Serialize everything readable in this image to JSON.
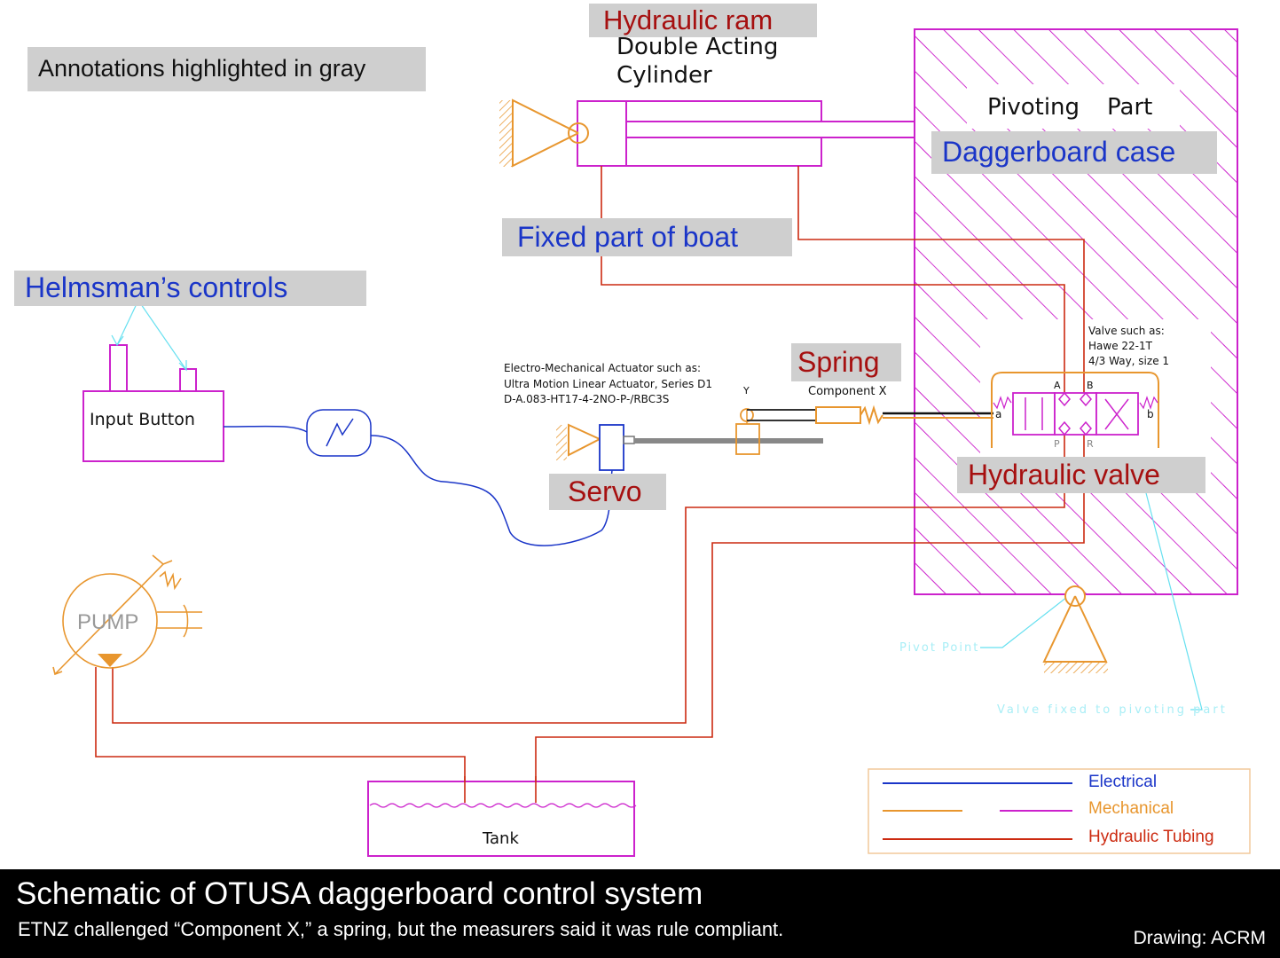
{
  "annotations": {
    "highlight_note": "Annotations highlighted in gray",
    "hydraulic_ram": "Hydraulic ram",
    "fixed_part": "Fixed part of boat",
    "daggerboard_case": "Daggerboard case",
    "helmsman": "Helmsman’s controls",
    "spring": "Spring",
    "servo": "Servo",
    "hydraulic_valve": "Hydraulic valve"
  },
  "labels": {
    "double_acting": "Double Acting",
    "cylinder": "Cylinder",
    "pivoting": "Pivoting",
    "part": "Part",
    "input_button": "Input Button",
    "actuator_line1": "Electro-Mechanical Actuator such as:",
    "actuator_line2": "Ultra Motion Linear Actuator, Series D1",
    "actuator_line3": "D-A.083-HT17-4-2NO-P-/RBC3S",
    "y_mark": "Y",
    "component_x": "Component X",
    "valve_line1": "Valve such as:",
    "valve_line2": "Hawe 22-1T",
    "valve_line3": "4/3 Way, size 1",
    "port_a": "A",
    "port_b": "B",
    "port_p": "P",
    "port_r": "R",
    "side_a": "a",
    "side_b": "b",
    "pump": "PUMP",
    "tank": "Tank",
    "pivot_point": "Pivot Point",
    "valve_fixed": "Valve fixed to pivoting part"
  },
  "legend": {
    "electrical": "Electrical",
    "mechanical": "Mechanical",
    "hydraulic": "Hydraulic Tubing"
  },
  "caption": {
    "title": "Schematic of OTUSA daggerboard control system",
    "subtitle": "ETNZ challenged “Component X,” a spring, but the measurers said it was rule compliant.",
    "credit": "Drawing: ACRM"
  },
  "colors": {
    "electrical": "#1a35c8",
    "mechanical": "#e8962e",
    "hydraulic": "#cc2a10",
    "structure": "#cc22cc",
    "leader": "#66e0f0",
    "annotation_bg": "#cfcfcf"
  }
}
